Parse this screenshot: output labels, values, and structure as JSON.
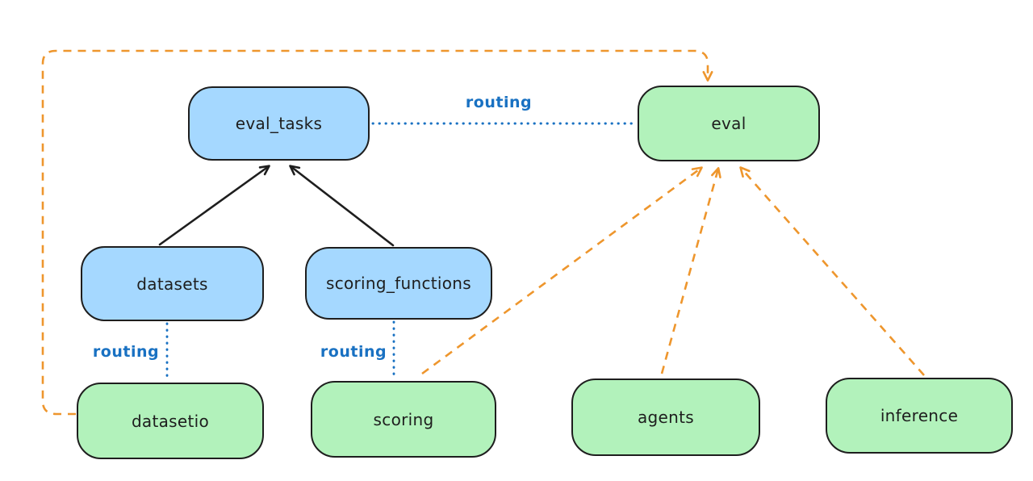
{
  "diagram": {
    "nodes": {
      "eval_tasks": {
        "label": "eval_tasks",
        "fill": "#a5d8ff"
      },
      "datasets": {
        "label": "datasets",
        "fill": "#a5d8ff"
      },
      "scoring_functions": {
        "label": "scoring_functions",
        "fill": "#a5d8ff"
      },
      "eval": {
        "label": "eval",
        "fill": "#b2f2bb"
      },
      "datasetio": {
        "label": "datasetio",
        "fill": "#b2f2bb"
      },
      "scoring": {
        "label": "scoring",
        "fill": "#b2f2bb"
      },
      "agents": {
        "label": "agents",
        "fill": "#b2f2bb"
      },
      "inference": {
        "label": "inference",
        "fill": "#b2f2bb"
      }
    },
    "edge_labels": {
      "eval_tasks_eval": "routing",
      "datasets_datasetio": "routing",
      "scoring_functions_scoring": "routing"
    },
    "edges": [
      {
        "from": "datasets",
        "to": "eval_tasks",
        "style": "solid-arrow",
        "color": "#1e1e1e"
      },
      {
        "from": "scoring_functions",
        "to": "eval_tasks",
        "style": "solid-arrow",
        "color": "#1e1e1e"
      },
      {
        "from": "eval_tasks",
        "to": "eval",
        "style": "dotted",
        "color": "#1971c2",
        "label": "routing"
      },
      {
        "from": "datasets",
        "to": "datasetio",
        "style": "dotted",
        "color": "#1971c2",
        "label": "routing"
      },
      {
        "from": "scoring_functions",
        "to": "scoring",
        "style": "dotted",
        "color": "#1971c2",
        "label": "routing"
      },
      {
        "from": "datasetio",
        "to": "eval",
        "style": "dashed-arrow",
        "color": "#ee962d"
      },
      {
        "from": "scoring",
        "to": "eval",
        "style": "dashed-arrow",
        "color": "#ee962d"
      },
      {
        "from": "agents",
        "to": "eval",
        "style": "dashed-arrow",
        "color": "#ee962d"
      },
      {
        "from": "inference",
        "to": "eval",
        "style": "dashed-arrow",
        "color": "#ee962d"
      }
    ],
    "colors": {
      "blue_fill": "#a5d8ff",
      "green_fill": "#b2f2bb",
      "stroke": "#1e1e1e",
      "routing_blue": "#1971c2",
      "orange": "#ee962d",
      "background": "#ffffff"
    }
  }
}
